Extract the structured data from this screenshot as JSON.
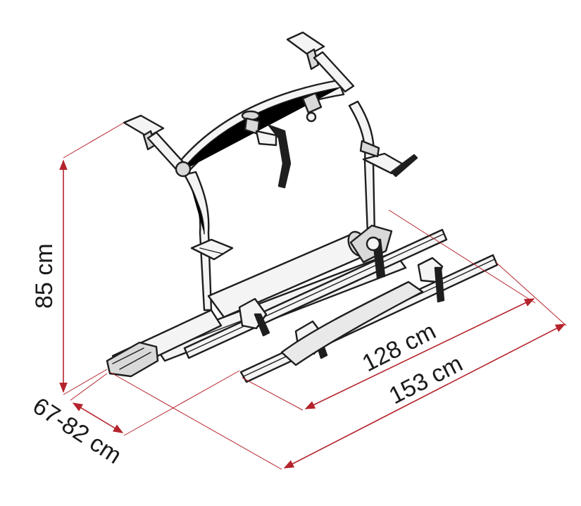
{
  "figure": {
    "subject": "bike carrier rack",
    "line_color": "#1e1e1e",
    "fill_light": "#f4f4f4",
    "fill_shade": "#d9d9d9",
    "dimension_color": "#b5242c"
  },
  "dimensions": {
    "height": {
      "label": "85 cm"
    },
    "depth": {
      "label": "67-82 cm"
    },
    "rail_length": {
      "label": "128 cm"
    },
    "overall_width": {
      "label": "153 cm"
    }
  }
}
